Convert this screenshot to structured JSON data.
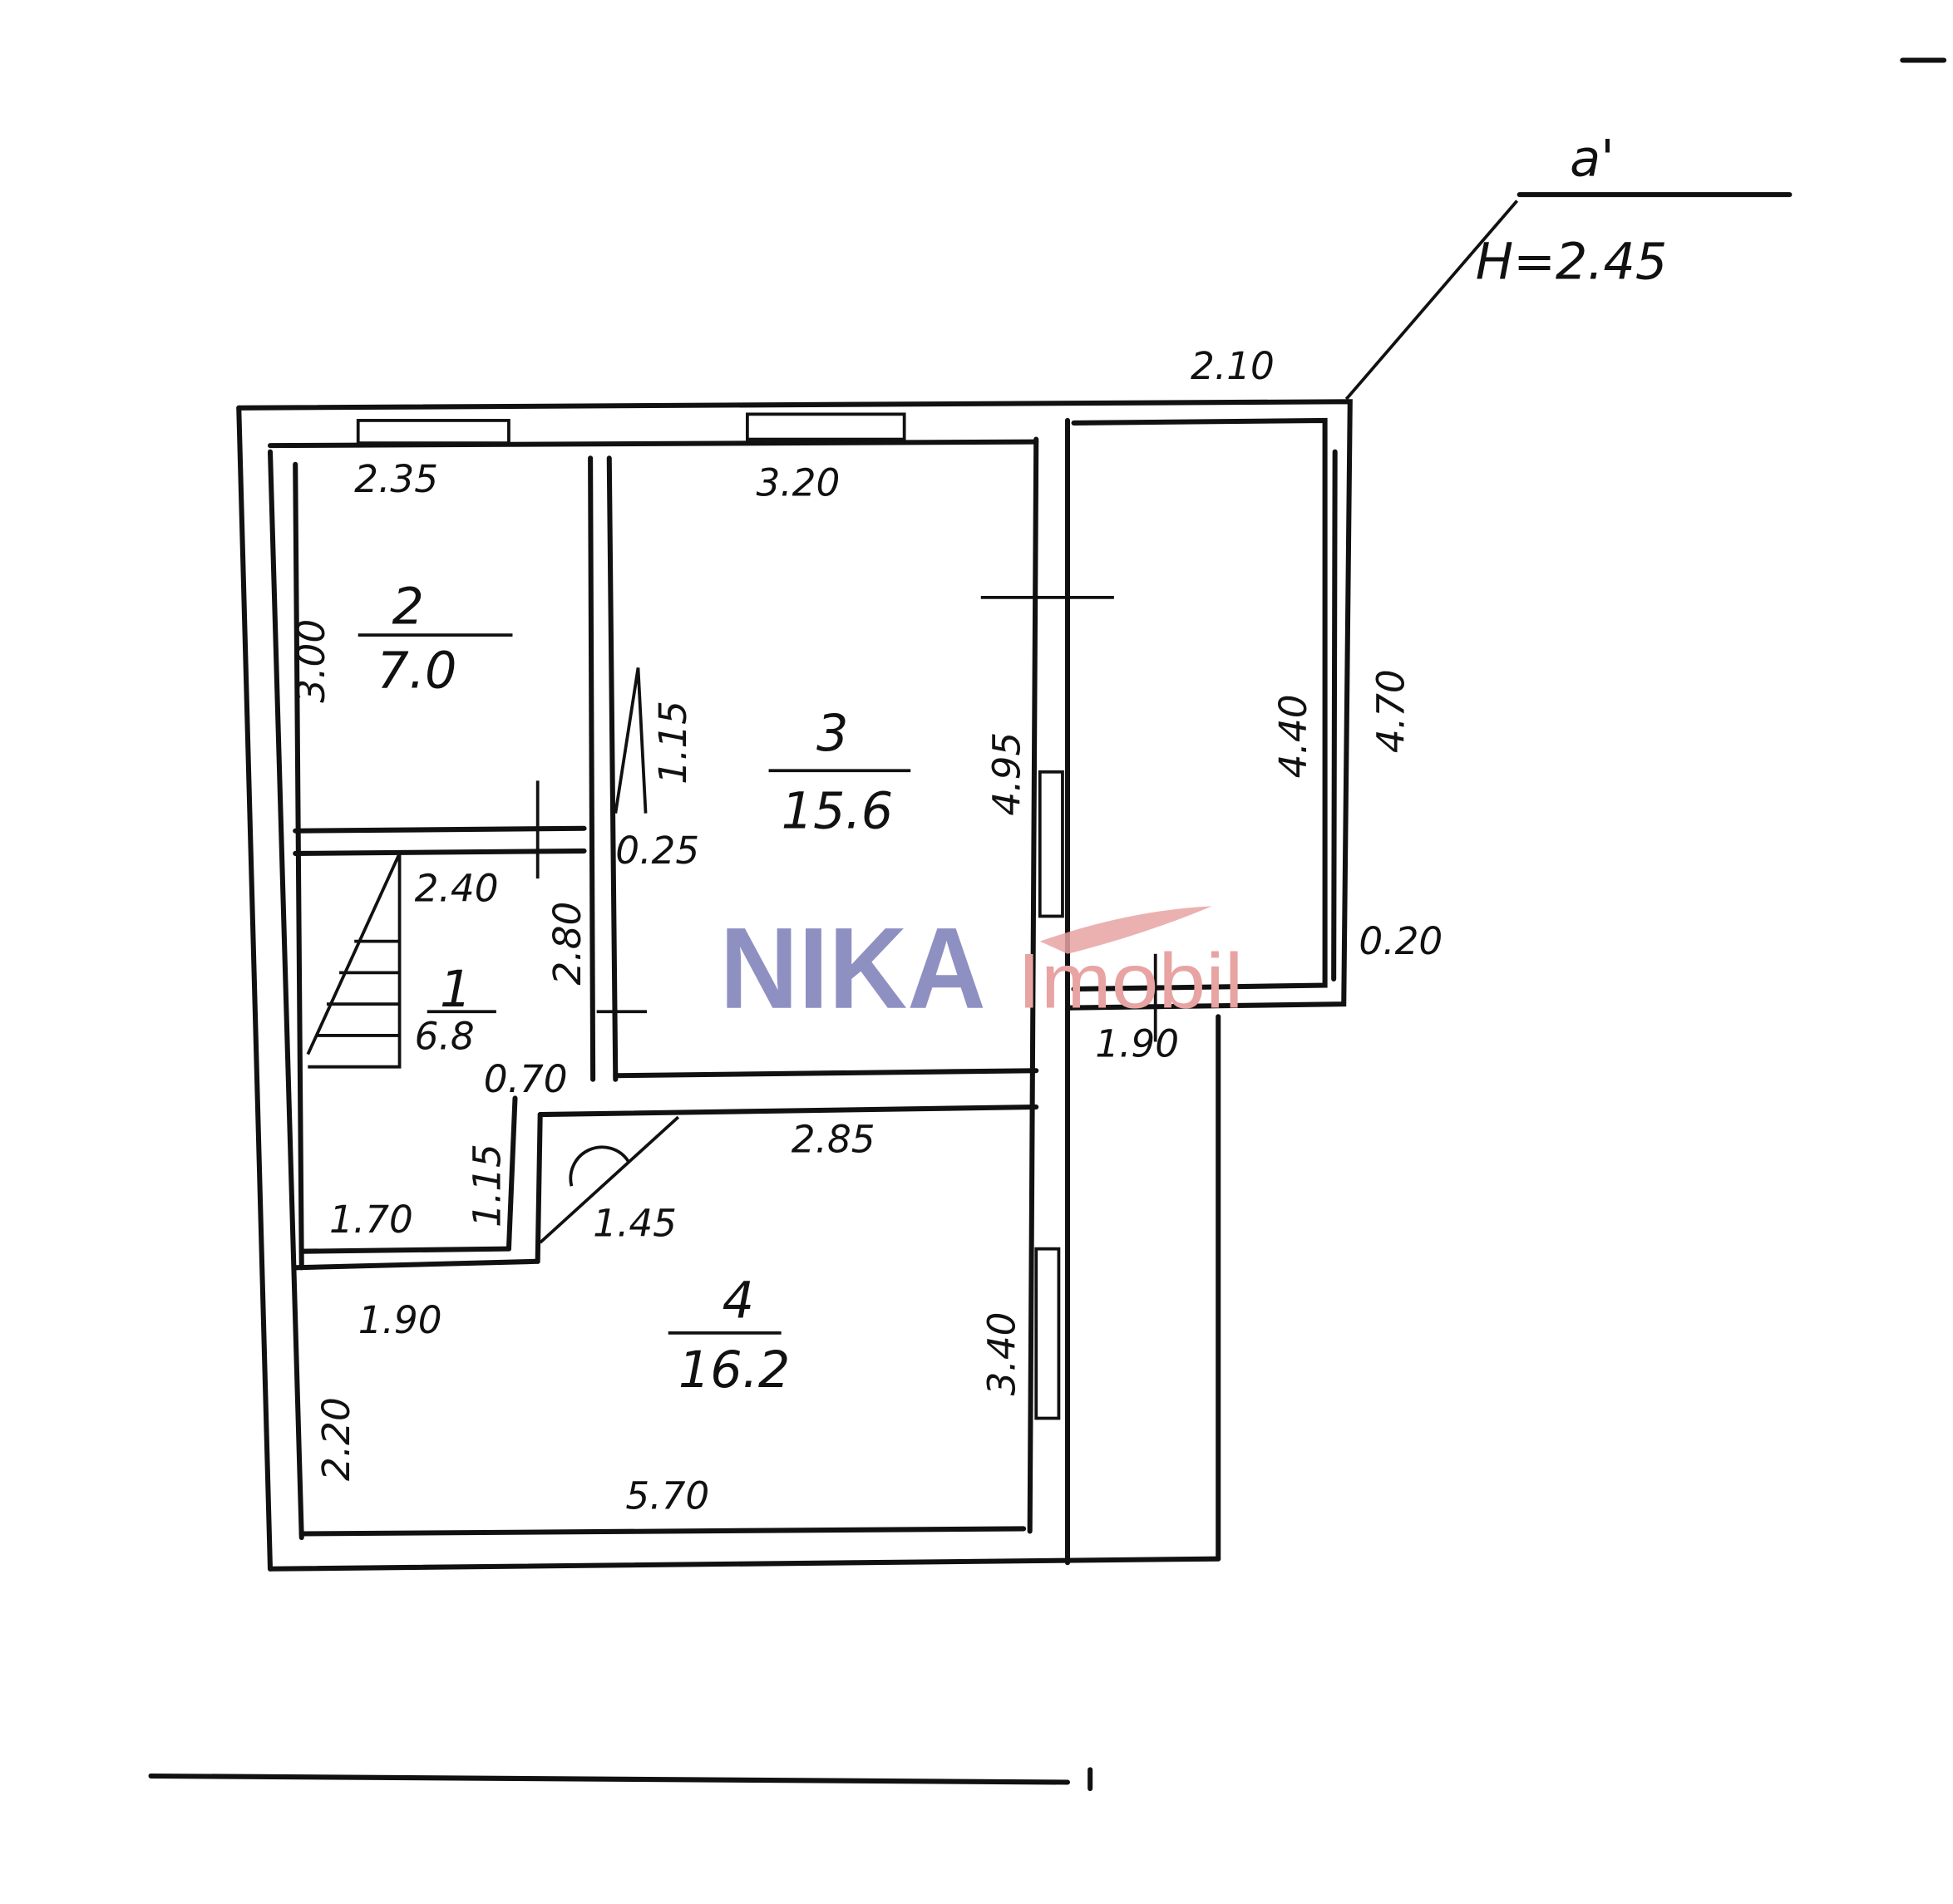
{
  "title": {
    "section": "a'",
    "height": "H=2.45"
  },
  "rooms": [
    {
      "number": "1",
      "area": "6.8"
    },
    {
      "number": "2",
      "area": "7.0"
    },
    {
      "number": "3",
      "area": "15.6"
    },
    {
      "number": "4",
      "area": "16.2"
    }
  ],
  "dimensions": {
    "top_annex": "2.10",
    "r2_width": "2.35",
    "r2_height": "3.00",
    "r3_width": "3.20",
    "r3_height": "4.95",
    "annex_inner": "4.40",
    "annex_outer": "4.70",
    "annex_wall": "0.20",
    "annex_bottom": "1.90",
    "closet": "1.15",
    "wall": "0.25",
    "r1_width": "2.40",
    "r1_height": "2.80",
    "door": "0.70",
    "r4_top": "2.85",
    "corridor_h": "1.15",
    "corridor_w": "1.70",
    "diag": "1.45",
    "r4_left_top": "1.90",
    "r4_height": "3.40",
    "r4_left": "2.20",
    "r4_width": "5.70"
  },
  "watermark": {
    "brand": "NIKA",
    "sub": "Imobil",
    "brand_color": "#8f90c2",
    "sub_color": "#e8a3a3"
  }
}
